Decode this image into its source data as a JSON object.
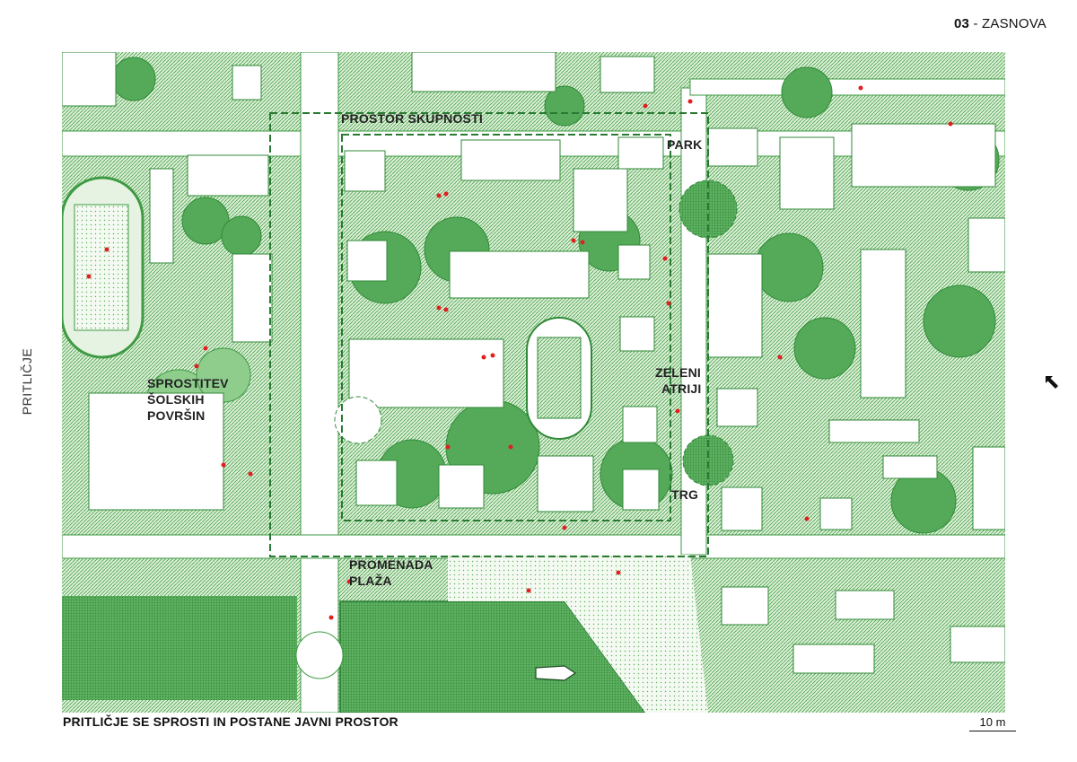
{
  "header": {
    "number": "03",
    "separator": " - ",
    "title": "ZASNOVA"
  },
  "side_label": "PRITLIČJE",
  "caption": "PRITLIČJE SE SPROSTI IN POSTANE JAVNI PROSTOR",
  "scale": {
    "label": "10 m"
  },
  "map_labels": {
    "prostor_skupnosti": "PROSTOR SKUPNOSTI",
    "park": "PARK",
    "sprostitev_1": "SPROSTITEV",
    "sprostitev_2": "ŠOLSKIH",
    "sprostitev_3": "POVRŠIN",
    "zeleni_1": "ZELENI",
    "zeleni_2": "ATRIJI",
    "trg": "TRG",
    "promenada_1": "PROMENADA",
    "promenada_2": "PLAŽA"
  },
  "colors": {
    "green": "#3e9a43",
    "green_dark": "#2a7a33",
    "green_light": "#cfe8c9",
    "accent_red": "#e02020"
  },
  "icons": {
    "cursor": "cursor-arrow-icon"
  }
}
